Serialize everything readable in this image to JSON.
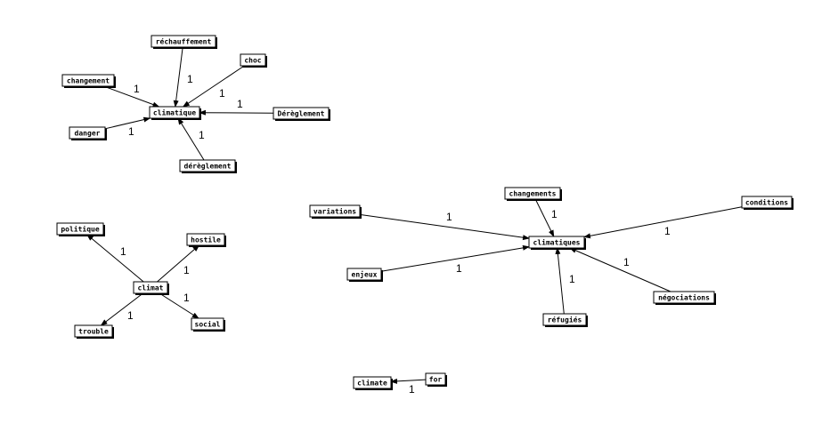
{
  "graph": {
    "nodes": {
      "rechauffement": "réchauffement",
      "choc": "choc",
      "changement": "changement",
      "climatique": "climatique",
      "dereglement_cap": "Dérèglement",
      "danger": "danger",
      "dereglement": "dérèglement",
      "politique": "politique",
      "hostile": "hostile",
      "climat": "climat",
      "trouble": "trouble",
      "social": "social",
      "changements": "changements",
      "conditions": "conditions",
      "variations": "variations",
      "climatiques": "climatiques",
      "enjeux": "enjeux",
      "negociations": "négociations",
      "refugies": "réfugiés",
      "climate": "climate",
      "for": "for"
    },
    "edges": [
      {
        "id": "e1",
        "source": "rechauffement",
        "target": "climatique",
        "weight": "1"
      },
      {
        "id": "e2",
        "source": "choc",
        "target": "climatique",
        "weight": "1"
      },
      {
        "id": "e3",
        "source": "changement",
        "target": "climatique",
        "weight": "1"
      },
      {
        "id": "e4",
        "source": "dereglement_cap",
        "target": "climatique",
        "weight": "1"
      },
      {
        "id": "e5",
        "source": "danger",
        "target": "climatique",
        "weight": "1"
      },
      {
        "id": "e6",
        "source": "dereglement",
        "target": "climatique",
        "weight": "1"
      },
      {
        "id": "e7",
        "source": "climat",
        "target": "politique",
        "weight": "1"
      },
      {
        "id": "e8",
        "source": "climat",
        "target": "hostile",
        "weight": "1"
      },
      {
        "id": "e9",
        "source": "climat",
        "target": "social",
        "weight": "1"
      },
      {
        "id": "e10",
        "source": "climat",
        "target": "trouble",
        "weight": "1"
      },
      {
        "id": "e11",
        "source": "changements",
        "target": "climatiques",
        "weight": "1"
      },
      {
        "id": "e12",
        "source": "variations",
        "target": "climatiques",
        "weight": "1"
      },
      {
        "id": "e13",
        "source": "conditions",
        "target": "climatiques",
        "weight": "1"
      },
      {
        "id": "e14",
        "source": "enjeux",
        "target": "climatiques",
        "weight": "1"
      },
      {
        "id": "e15",
        "source": "negociations",
        "target": "climatiques",
        "weight": "1"
      },
      {
        "id": "e16",
        "source": "refugies",
        "target": "climatiques",
        "weight": "1"
      },
      {
        "id": "e17",
        "source": "for",
        "target": "climate",
        "weight": "1"
      }
    ]
  }
}
